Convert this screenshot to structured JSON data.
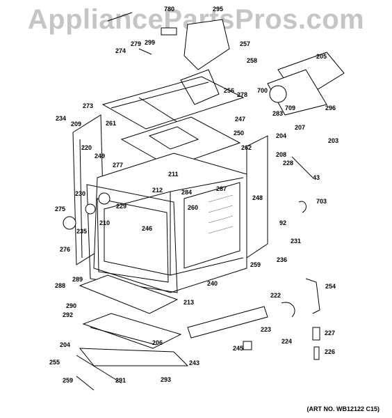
{
  "watermark": "AppliancePartsPros.com",
  "art_number": "(ART NO. WB12122 C15)",
  "labels": [
    "780",
    "295",
    "274",
    "279",
    "299",
    "257",
    "258",
    "205",
    "256",
    "278",
    "700",
    "709",
    "296",
    "273",
    "247",
    "283",
    "204",
    "250",
    "262",
    "207",
    "203",
    "234",
    "209",
    "261",
    "220",
    "208",
    "249",
    "277",
    "211",
    "228",
    "43",
    "212",
    "284",
    "287",
    "248",
    "703",
    "230",
    "229",
    "275",
    "210",
    "246",
    "260",
    "92",
    "235",
    "231",
    "276",
    "259",
    "236",
    "289",
    "240",
    "222",
    "254",
    "288",
    "213",
    "290",
    "292",
    "223",
    "224",
    "227",
    "206",
    "245",
    "204",
    "255",
    "243",
    "226",
    "259",
    "291",
    "293"
  ]
}
